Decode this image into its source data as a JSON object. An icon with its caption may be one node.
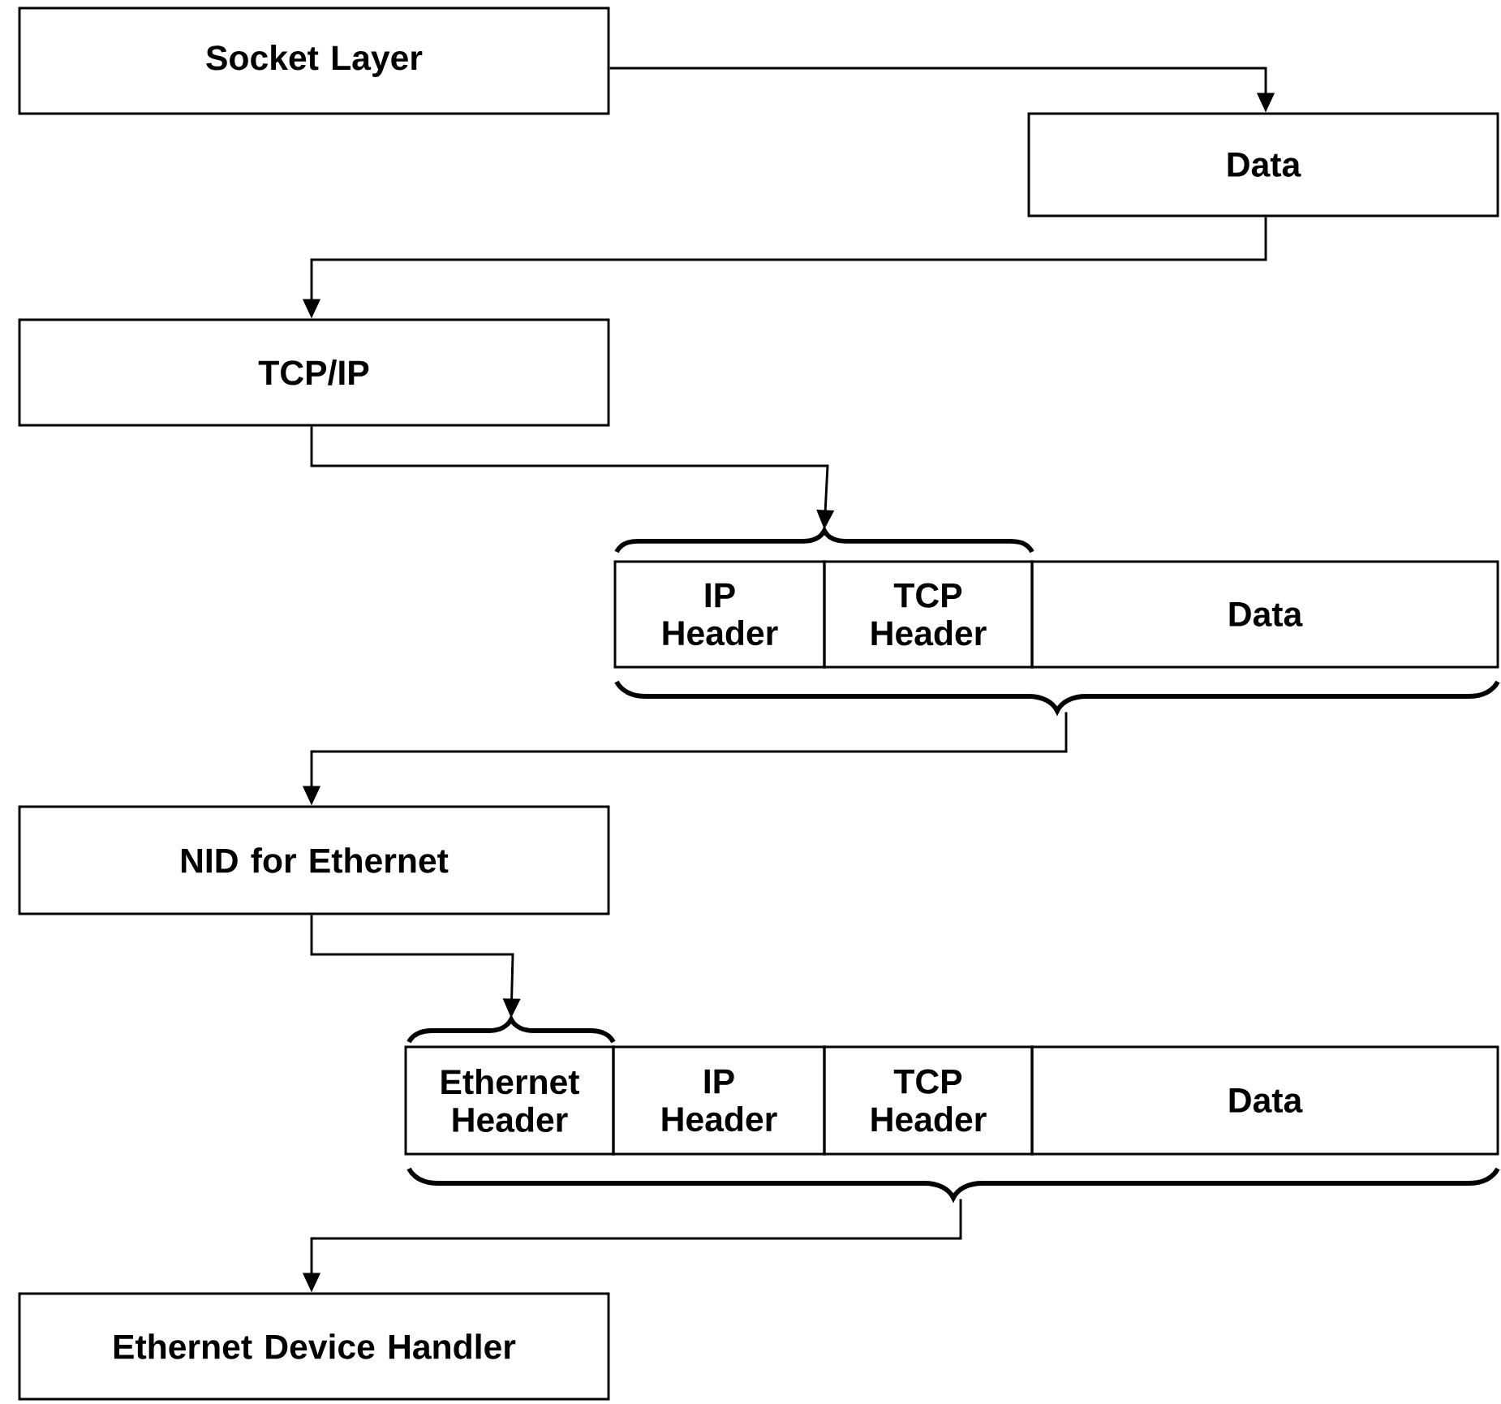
{
  "diagram": {
    "nodes": [
      {
        "text": [
          "Socket Layer"
        ]
      },
      {
        "text": [
          "Data"
        ]
      },
      {
        "text": [
          "TCP/IP"
        ]
      },
      {
        "text": [],
        "shape": "brace"
      },
      {
        "text": [
          "IP Header"
        ]
      },
      {
        "text": [
          "TCP Header"
        ]
      },
      {
        "text": [
          "Data"
        ]
      },
      {
        "text": [],
        "shape": "brace"
      },
      {
        "text": [
          "NID for Ethernet"
        ]
      },
      {
        "text": [],
        "shape": "brace"
      },
      {
        "text": [
          "Ethernet Header"
        ]
      },
      {
        "text": [
          "IP Header"
        ]
      },
      {
        "text": [
          "TCP Header"
        ]
      },
      {
        "text": [
          "Data"
        ]
      },
      {
        "text": [],
        "shape": "brace"
      },
      {
        "text": [
          "Ethernet Device Handler"
        ]
      }
    ],
    "edges": [
      {
        "from": 0,
        "to": 1,
        "arrow": "to"
      },
      {
        "from": 1,
        "to": 2,
        "arrow": "to"
      },
      {
        "from": 2,
        "to": 3,
        "arrow": "to"
      },
      {
        "from": 7,
        "to": 8,
        "arrow": "to"
      },
      {
        "from": 8,
        "to": 9,
        "arrow": "to"
      },
      {
        "from": 14,
        "to": 15,
        "arrow": "to"
      }
    ]
  }
}
